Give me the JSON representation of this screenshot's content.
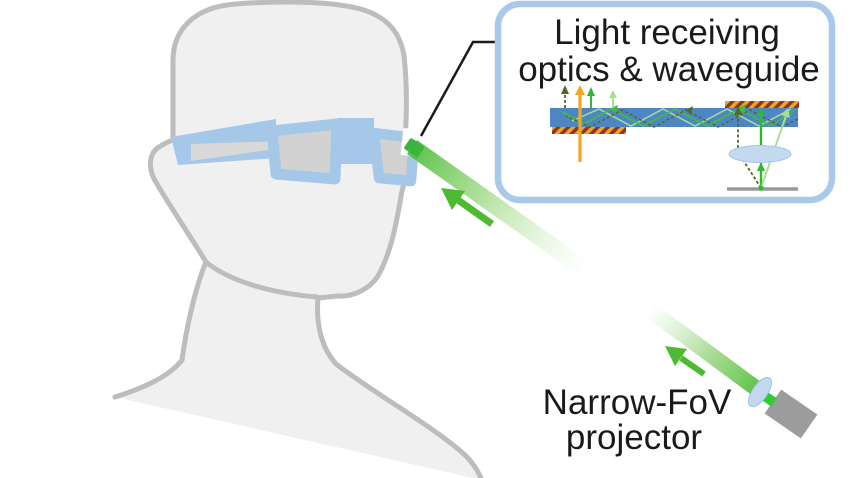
{
  "labels": {
    "callout_line1": "Light receiving",
    "callout_line2": "optics & waveguide",
    "projector_line1": "Narrow-FoV",
    "projector_line2": "projector"
  },
  "colors": {
    "glasses_frame": "#a5c8e9",
    "lens_gray": "#d2d2d2",
    "head_fill": "#f0f0f0",
    "head_outline": "#bdbdbd",
    "callout_border": "#a9c9e8",
    "callout_bg": "#ffffff",
    "leader_line": "#1a1a1a",
    "waveguide_bar": "#4e86c4",
    "grating_base": "#f0a424",
    "grating_stripe": "#8b3626",
    "beam_green": "#66c24a",
    "beam_tip_green": "#3cb53c",
    "arrow_green": "#4eba31",
    "dark_green": "#4e6b22",
    "faint_green": "#a8dd96",
    "signal_orange": "#f2a71f",
    "optic_lens": "#c3d9f0",
    "projector_body": "#9c9c9c",
    "detector_gray": "#999999",
    "text": "#1a1a1a"
  }
}
